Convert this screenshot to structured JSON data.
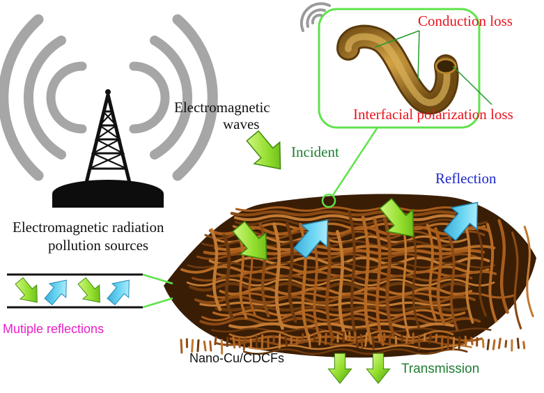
{
  "labels": {
    "source_line1": "Electromagnetic radiation",
    "source_line2": "pollution sources",
    "waves_line1": "Electromagnetic",
    "waves_line2": "waves",
    "incident": "Incident",
    "reflection": "Reflection",
    "conduction_loss": "Conduction loss",
    "interfacial_loss": "Interfacial polarization loss",
    "multiple_reflections": "Mutiple reflections",
    "material": "Nano-Cu/CDCFs",
    "transmission": "Transmission"
  },
  "colors": {
    "loss_text": "#e8141e",
    "incident_text": "#1e7d32",
    "reflection_text": "#1b27c9",
    "multi_text": "#e81ec8",
    "zoom_box": "#5ee34a",
    "incident_arrow": "#8fdc2a",
    "reflect_arrow": "#5fd0f0",
    "signal_arcs": "#a6a6a6",
    "fiber": "#9a5418",
    "tower": "#111111"
  },
  "icons": [
    "radio-tower-icon",
    "wifi-signal-icon",
    "incident-arrow-icon",
    "reflection-arrow-icon",
    "transmission-arrow-icon"
  ]
}
